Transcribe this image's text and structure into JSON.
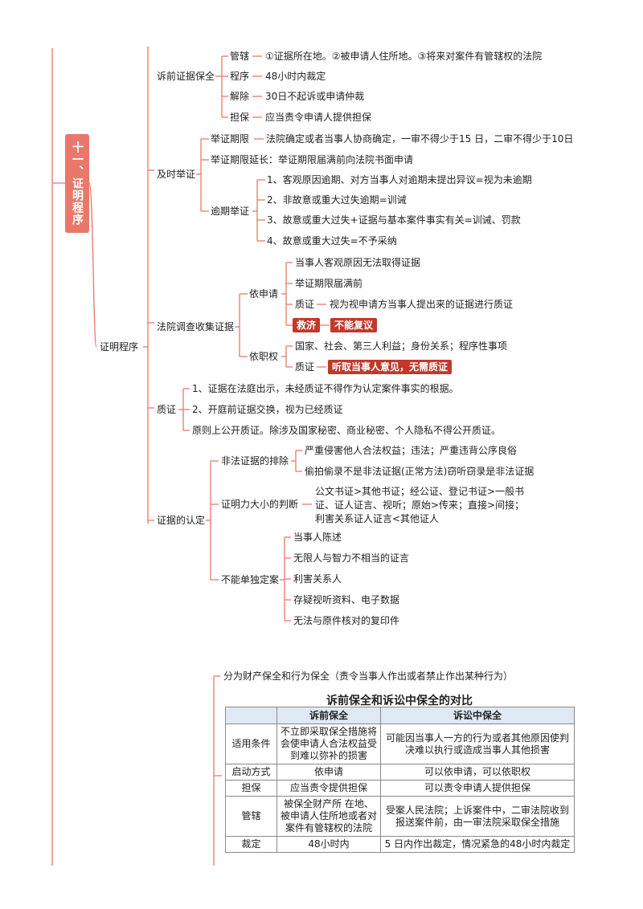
{
  "title": "十一、证明程序",
  "nodes": {
    "root": "证明程序",
    "pre_suit": {
      "label": "诉前证据保全",
      "jurisdiction": "管辖",
      "jurisdiction_val": "①证据所在地。②被申请人住所地。③将来对案件有管辖权的法院",
      "procedure": "程序",
      "procedure_val": "48小时内裁定",
      "release": "解除",
      "release_val": "30日不起诉或申请仲裁",
      "guarantee": "担保",
      "guarantee_val": "应当责令申请人提供担保"
    },
    "timely": {
      "label": "及时举证",
      "period": "举证期限",
      "period_val": "法院确定或者当事人协商确定，一审不得少于15 日，二审不得少于10日",
      "extension": "举证期限延长：举证期限届满前向法院书面申请",
      "overdue": "逾期举证",
      "overdue_items": [
        "1、客观原因逾期、对方当事人对逾期未提出异议=视为未逾期",
        "2、非故意或重大过失逾期=训诫",
        "3、故意或重大过失+证据与基本案件事实有关=训诫、罚款",
        "4、故意或重大过失=不予采纳"
      ]
    },
    "court": {
      "label": "法院调查收集证据",
      "by_app": "依申请",
      "by_app_items": [
        "当事人客观原因无法取得证据",
        "举证期限届满前"
      ],
      "exam": "质证",
      "exam_val": "视为视申请方当事人提出来的证据进行质证",
      "remedy": "救济",
      "remedy_val": "不能复议",
      "ex_officio": "依职权",
      "ex_officio_val": "国家、社会、第三人利益；身份关系；程序性事项",
      "exam2": "质证",
      "exam2_val": "听取当事人意见，无需质证"
    },
    "cross": {
      "label": "质证",
      "items": [
        "1、证据在法庭出示，未经质证不得作为认定案件事实的根据。",
        "2、开庭前证据交换，视为已经质证",
        "原则上公开质证。除涉及国家秘密、商业秘密、个人隐私不得公开质证。"
      ]
    },
    "recog": {
      "label": "证据的认定",
      "illegal": "非法证据的排除",
      "illegal_items": [
        "严重侵害他人合法权益；违法；严重违背公序良俗",
        "偷拍偷录不是非法证据(正常方法)窃听窃录是非法证据"
      ],
      "strength": "证明力大小的判断",
      "strength_val": "公文书证>其他书证；经公证、登记书证>一般书证、证人证言、视听；原始>传来；直接>间接；利害关系证人证言<其他证人",
      "insufficient": "不能单独定案",
      "insufficient_items": [
        "当事人陈述",
        "无限人与智力不相当的证言",
        "利害关系人",
        "存疑视听资料、电子数据",
        "无法与原件核对的复印件"
      ]
    }
  },
  "preservation_note": "分为财产保全和行为保全（责令当事人作出或者禁止作出某种行为）",
  "comparison": {
    "title": "诉前保全和诉讼中保全的对比",
    "headers": [
      "",
      "诉前保全",
      "诉讼中保全"
    ],
    "rows": [
      [
        "适用条件",
        "不立即采取保全措施将会使申请人合法权益受到难以弥补的损害",
        "可能因当事人一方的行为或者其他原因使判决难以执行或造成当事人其他损害"
      ],
      [
        "启动方式",
        "依申请",
        "可以依申请，可以依职权"
      ],
      [
        "担保",
        "应当责令提供担保",
        "可以责令申请人提供担保"
      ],
      [
        "管辖",
        "被保全财产所 在地、被申请人住所地或者对案件有管辖权的法院",
        "受案人民法院；上诉案件中，二审法院收到报送案件前，由一审法院采取保全措施"
      ],
      [
        "裁定",
        "48小时内",
        "5 日内作出裁定，情况紧急的48小时内裁定"
      ]
    ]
  },
  "colors": {
    "accent": "#e8786b",
    "line": "#e8786b",
    "highlight": "#c0392b",
    "table_header": "#dfe9f3"
  }
}
